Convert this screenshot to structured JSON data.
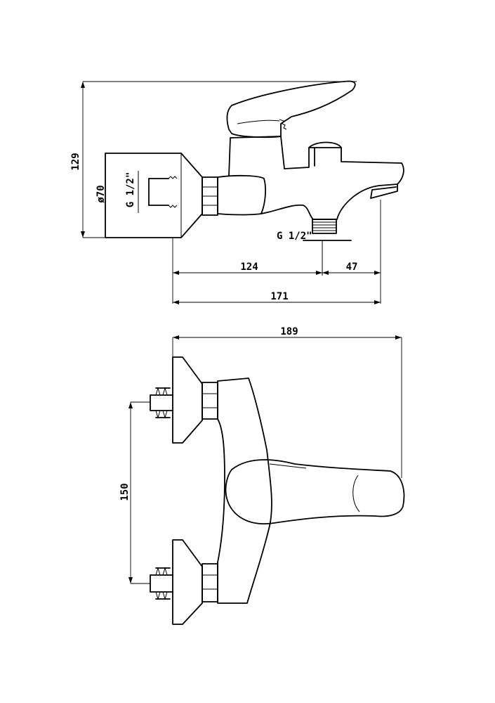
{
  "dimensions": {
    "height_total": "129",
    "flange_diameter": "ø70",
    "inlet_thread": "G 1/2\"",
    "outlet_thread": "G 1/2\"",
    "wall_to_outlet": "124",
    "outlet_to_spout": "47",
    "overall_depth": "171",
    "top_depth": "189",
    "inlet_spacing": "150"
  },
  "colors": {
    "line": "#000000",
    "background": "#ffffff"
  }
}
